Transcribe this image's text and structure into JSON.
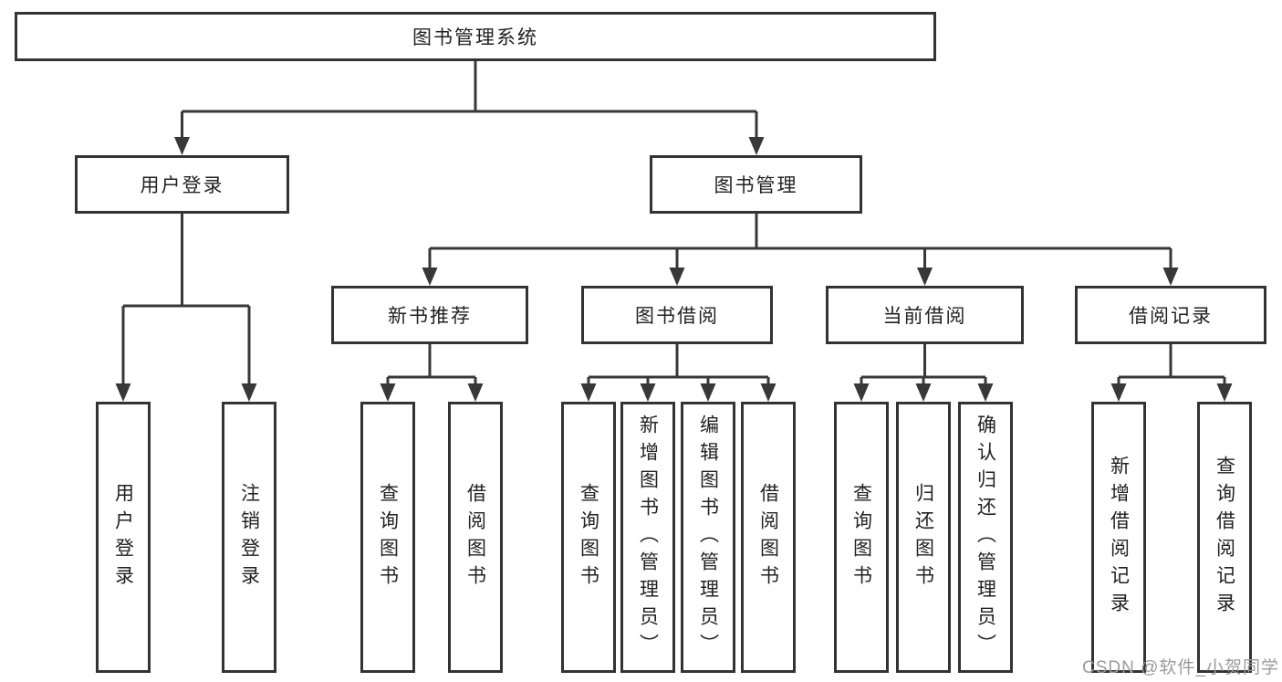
{
  "diagram_type": "hierarchy-functional-structure",
  "colors": {
    "line": "#383838",
    "box_border": "#333333",
    "text": "#222222",
    "watermark": "#9b9b9b",
    "background": "#ffffff"
  },
  "tree": {
    "root": {
      "label": "图书管理系统",
      "children": [
        {
          "label": "用户登录",
          "children": [
            {
              "label": "用户登录"
            },
            {
              "label": "注销登录"
            }
          ]
        },
        {
          "label": "图书管理",
          "children": [
            {
              "label": "新书推荐",
              "children": [
                {
                  "label": "查询图书"
                },
                {
                  "label": "借阅图书"
                }
              ]
            },
            {
              "label": "图书借阅",
              "children": [
                {
                  "label": "查询图书"
                },
                {
                  "label": "新增图书（管理员）"
                },
                {
                  "label": "编辑图书（管理员）"
                },
                {
                  "label": "借阅图书"
                }
              ]
            },
            {
              "label": "当前借阅",
              "children": [
                {
                  "label": "查询图书"
                },
                {
                  "label": "归还图书"
                },
                {
                  "label": "确认归还（管理员）"
                }
              ]
            },
            {
              "label": "借阅记录",
              "children": [
                {
                  "label": "新增借阅记录"
                },
                {
                  "label": "查询借阅记录"
                }
              ]
            }
          ]
        }
      ]
    }
  },
  "watermark": {
    "text": "CSDN @软件_小贺同学"
  }
}
